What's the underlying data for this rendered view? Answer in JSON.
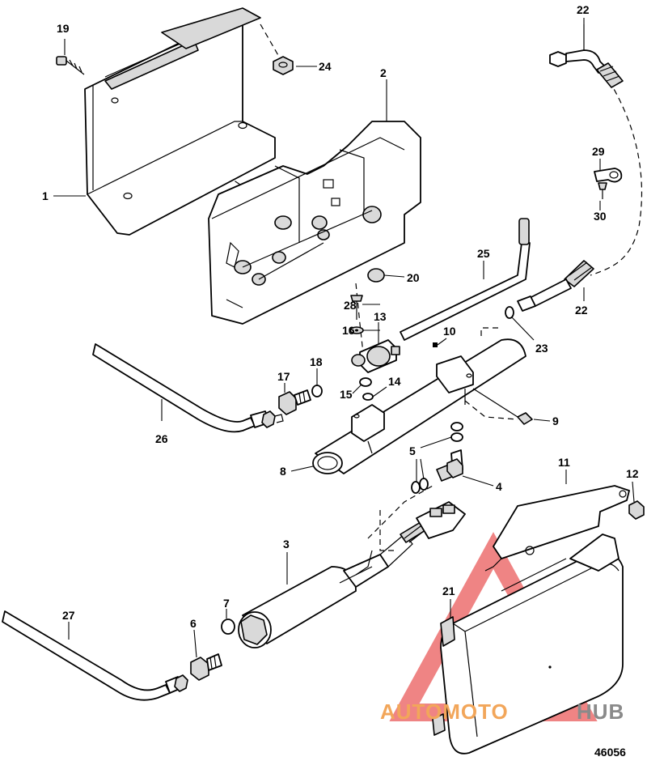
{
  "figure_number": "46056",
  "watermark": {
    "brand_primary": "AUTOMOTO",
    "brand_secondary": "HUB",
    "color_primary": "#f2a65a",
    "color_secondary": "#8a8a8a",
    "color_triangle": "#e84a4a"
  },
  "callouts": {
    "c1": "1",
    "c2": "2",
    "c3": "3",
    "c4": "4",
    "c5": "5",
    "c6": "6",
    "c7": "7",
    "c8": "8",
    "c9": "9",
    "c10": "10",
    "c11": "11",
    "c12": "12",
    "c13": "13",
    "c14": "14",
    "c15": "15",
    "c16": "16",
    "c17": "17",
    "c18": "18",
    "c19": "19",
    "c20": "20",
    "c21": "21",
    "c22a": "22",
    "c22b": "22",
    "c23": "23",
    "c24": "24",
    "c25": "25",
    "c26": "26",
    "c27": "27",
    "c28": "28",
    "c29": "29",
    "c30": "30"
  }
}
